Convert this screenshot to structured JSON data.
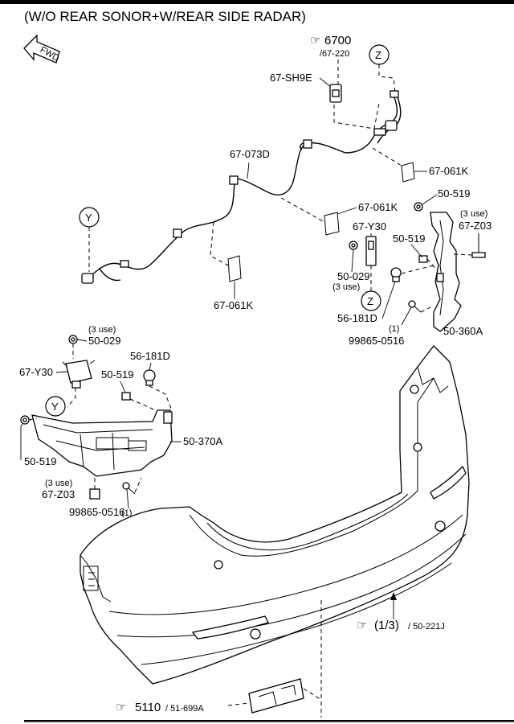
{
  "title": "(W/O REAR SONOR+W/REAR SIDE RADAR)",
  "fwd_label": "FWD",
  "refs": {
    "ref_6700": "6700",
    "ref_6700_sub": "/67-220",
    "ref_5110": "5110",
    "ref_5110_sub": "/ 51-699A",
    "ref_bumper_qty": "(1/3)",
    "ref_bumper_sub": "/ 50-221J"
  },
  "markers": {
    "z": "Z",
    "y": "Y"
  },
  "callouts": {
    "p_67SH9E": "67-SH9E",
    "p_67073D": "67-073D",
    "p_67061K_a": "67-061K",
    "p_67061K_b": "67-061K",
    "p_67061K_c": "67-061K",
    "p_50519_a": "50-519",
    "p_67Z03_a_qty": "(3 use)",
    "p_67Z03_a": "67-Z03",
    "p_67Y30_a": "67-Y30",
    "p_50519_b": "50-519",
    "p_50029_a": "50-029",
    "p_50029_a_qty": "(3 use)",
    "p_56181D_a": "56-181D",
    "p_99865_a_qty": "(1)",
    "p_99865_a": "99865-0516",
    "p_50360A": "50-360A",
    "p_50029_b_qty": "(3 use)",
    "p_50029_b": "50-029",
    "p_67Y30_b": "67-Y30",
    "p_56181D_b": "56-181D",
    "p_50519_c": "50-519",
    "p_50370A": "50-370A",
    "p_50519_d": "50-519",
    "p_67Z03_b_qty": "(3 use)",
    "p_67Z03_b": "67-Z03",
    "p_99865_b": "99865-0516",
    "p_99865_b_qty": "(1)"
  }
}
